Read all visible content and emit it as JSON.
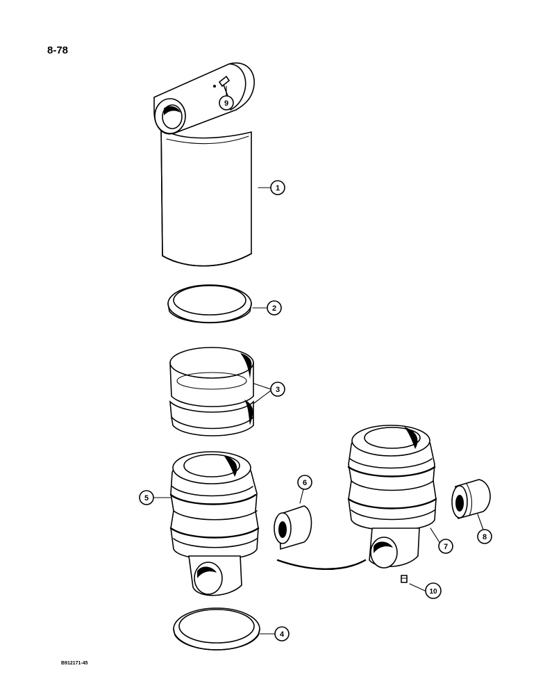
{
  "page_number": "8-78",
  "figure_id": "B912171-45",
  "callouts": [
    {
      "label": "1"
    },
    {
      "label": "2"
    },
    {
      "label": "3"
    },
    {
      "label": "4"
    },
    {
      "label": "5"
    },
    {
      "label": "6"
    },
    {
      "label": "7"
    },
    {
      "label": "8"
    },
    {
      "label": "9"
    },
    {
      "label": "10"
    }
  ]
}
